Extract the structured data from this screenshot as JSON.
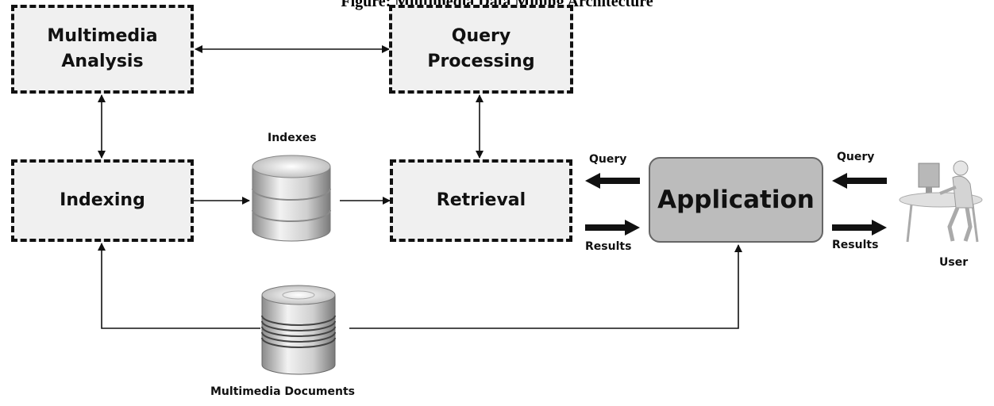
{
  "figure": {
    "caption": "Figure: Multimedia Data Mining Architecture"
  },
  "boxes": {
    "multimedia_analysis": "Multimedia\nAnalysis",
    "query_processing": "Query\nProcessing",
    "indexing": "Indexing",
    "retrieval": "Retrieval",
    "application": "Application"
  },
  "labels": {
    "indexes": "Indexes",
    "query_left": "Query",
    "results_left": "Results",
    "query_right": "Query",
    "results_right": "Results",
    "user": "User",
    "multimedia_documents": "Multimedia Documents"
  },
  "icons": {
    "indexes": "database-icon",
    "documents": "database-stack-icon",
    "user": "user-at-desk-icon"
  }
}
